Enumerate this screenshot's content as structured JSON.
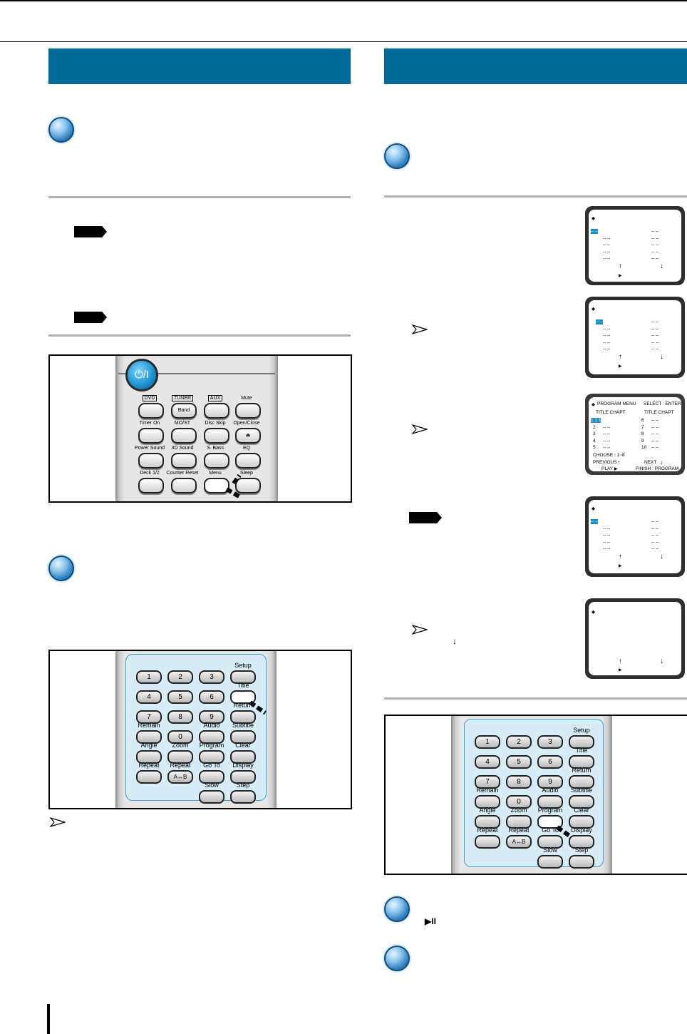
{
  "remote_power": {
    "power_label": "⏻/I",
    "buttons": [
      {
        "label": "DVD",
        "boxed": true
      },
      {
        "label": "TUNER",
        "boxed": true,
        "sub": "Band"
      },
      {
        "label": "AUX",
        "boxed": true
      },
      {
        "label": "Mute"
      },
      {
        "label": "Timer On"
      },
      {
        "label": "MO/ST"
      },
      {
        "label": "Disc Skip"
      },
      {
        "label": "Open/Close",
        "sub": "⏏"
      },
      {
        "label": "Power Sound"
      },
      {
        "label": "3D Sound"
      },
      {
        "label": "S. Bass"
      },
      {
        "label": "EQ"
      },
      {
        "label": "Deck 1/2"
      },
      {
        "label": "Counter Reset"
      },
      {
        "label": "Menu"
      },
      {
        "label": "Sleep"
      }
    ]
  },
  "keypad": {
    "labels": {
      "setup": "Setup",
      "title": "Title",
      "return": "Return",
      "remain": "Remain",
      "audio": "Audio",
      "subtitle": "Subtitle",
      "angle": "Angle",
      "zoom": "Zoom",
      "program": "Program",
      "clear": "Clear",
      "repeat": "Repeat",
      "repeat_ab": "Repeat",
      "go_to": "Go To",
      "display": "Display",
      "slow": "Slow",
      "step": "Step",
      "ab": "A↔B"
    },
    "digits": [
      "1",
      "2",
      "3",
      "4",
      "5",
      "6",
      "7",
      "8",
      "9",
      "0"
    ]
  },
  "program_screen": {
    "title": "PROGRAM MENU",
    "select": "SELECT : ENTER",
    "header_left": "TITLE CHAPT",
    "header_right": "TITLE CHAPT",
    "rows_left": [
      "1",
      "2",
      "3",
      "4",
      "5"
    ],
    "rows_right": [
      "6",
      "7",
      "8",
      "9",
      "10"
    ],
    "choose": "CHOOSE : 1~8",
    "previous": "PREVIOUS",
    "next": "NEXT",
    "play": "PLAY :",
    "finish": "FINISH : PROGRAM",
    "dash": "--",
    "first_title": "1",
    "first_chapter": "1"
  },
  "glyphs": {
    "up_arrow": "↑",
    "down_arrow": "↓",
    "play": "▶",
    "play_pause": "▶II",
    "diamond": "◆"
  }
}
